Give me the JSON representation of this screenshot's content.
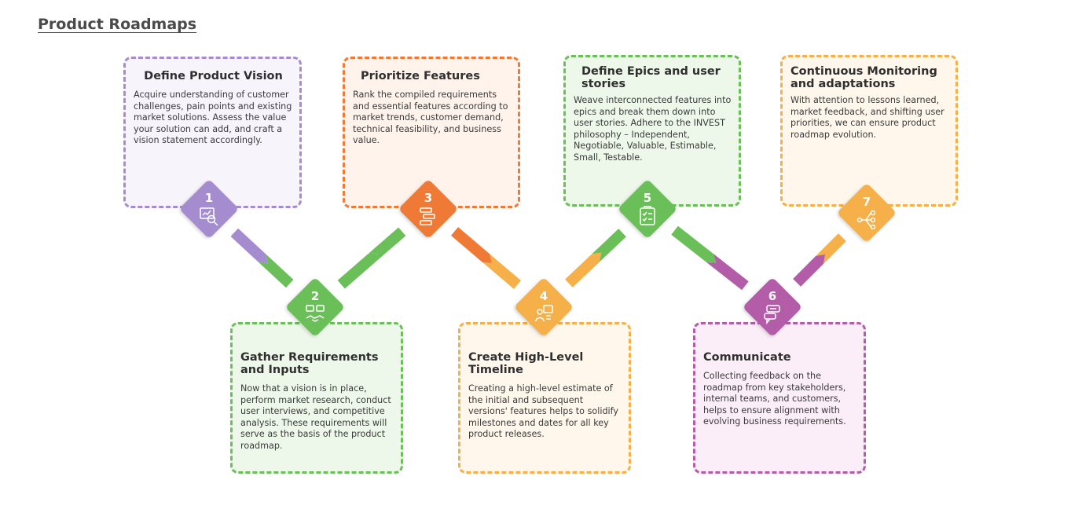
{
  "title": "Product Roadmaps",
  "colors": {
    "purple": "#a48ccf",
    "orange": "#ef7a35",
    "green": "#6bbf59",
    "yellow": "#f5b04a",
    "pink": "#b35ca8"
  },
  "steps": [
    {
      "number": "1",
      "title": "Define Product Vision",
      "text": "Acquire understanding of customer challenges, pain points and existing market solutions. Assess the value your solution can add, and craft a vision statement accordingly.",
      "icon": "vision-analysis-icon",
      "color": "#a48ccf"
    },
    {
      "number": "2",
      "title": "Gather Requirements and Inputs",
      "text": "Now that a vision is in place, perform market research, conduct user interviews, and competitive analysis. These requirements will serve as the basis of the product roadmap.",
      "icon": "handshake-icon",
      "color": "#6bbf59"
    },
    {
      "number": "3",
      "title": "Prioritize Features",
      "text": "Rank the compiled requirements and essential features according to market trends, customer demand, technical feasibility, and business value.",
      "icon": "priority-list-icon",
      "color": "#ef7a35"
    },
    {
      "number": "4",
      "title": "Create High-Level Timeline",
      "text": "Creating a high-level estimate of the initial and subsequent versions' features helps to solidify milestones and dates for all key product releases.",
      "icon": "timeline-icon",
      "color": "#f5b04a"
    },
    {
      "number": "5",
      "title": "Define Epics and user stories",
      "text": "Weave interconnected features into epics and break them down into user stories. Adhere to the INVEST philosophy – Independent, Negotiable, Valuable, Estimable, Small, Testable.",
      "icon": "mvp-checklist-icon",
      "color": "#6bbf59"
    },
    {
      "number": "6",
      "title": "Communicate",
      "text": "Collecting feedback on the roadmap from key stakeholders, internal teams, and customers, helps to ensure alignment with evolving business requirements.",
      "icon": "chat-bubbles-icon",
      "color": "#b35ca8"
    },
    {
      "number": "7",
      "title": "Continuous Monitoring and adaptations",
      "text": "With attention to lessons learned, market feedback, and shifting user priorities, we can ensure product roadmap evolution.",
      "icon": "network-monitor-icon",
      "color": "#f5b04a"
    }
  ]
}
